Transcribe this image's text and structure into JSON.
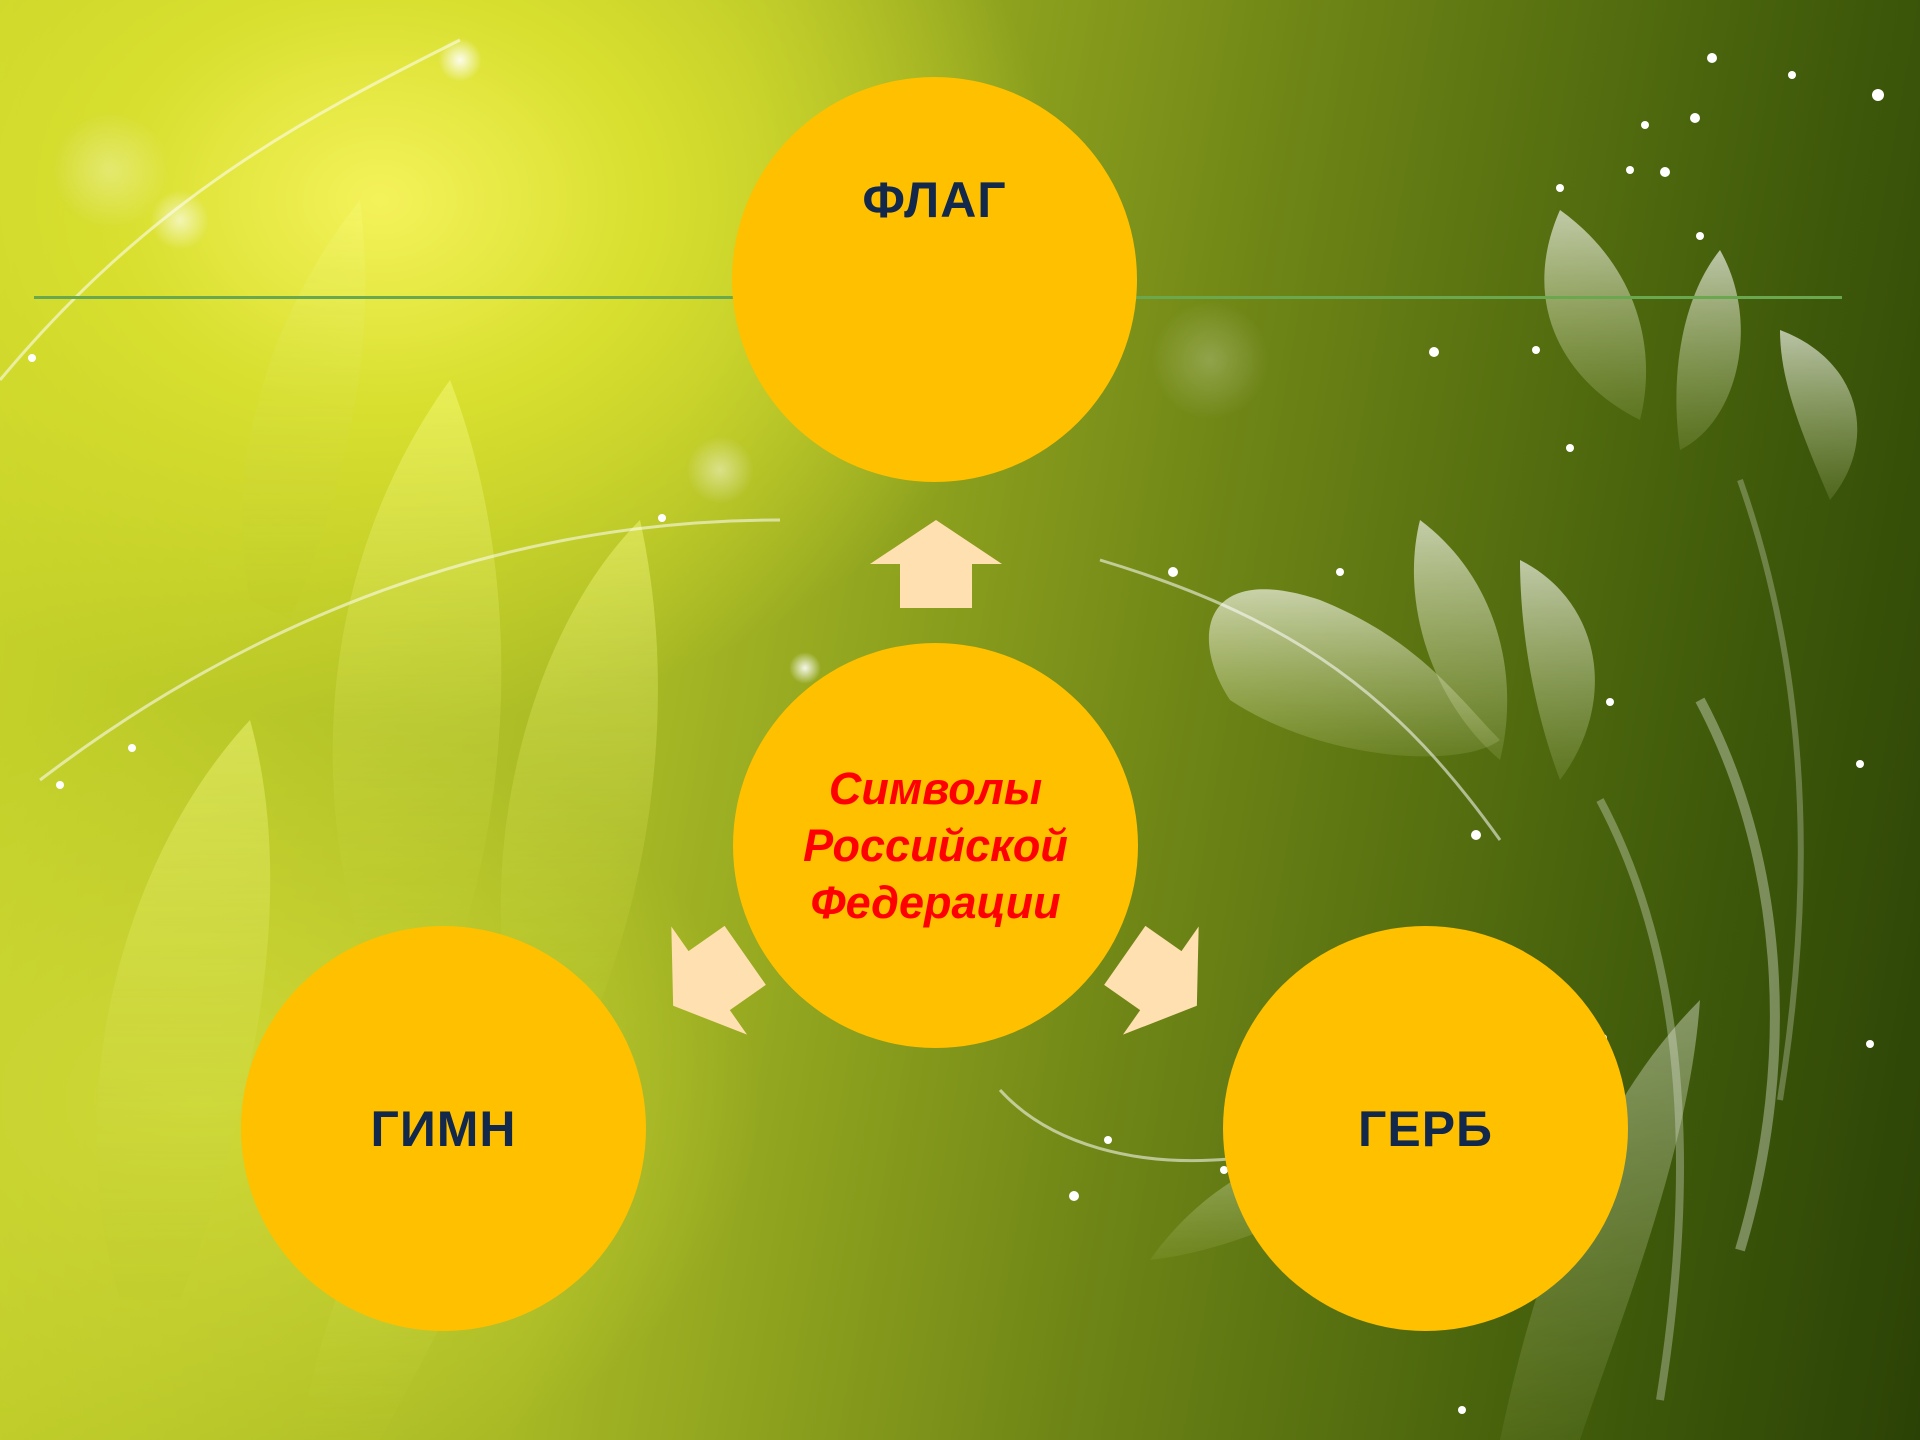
{
  "slide": {
    "center_lines": [
      "Символы",
      "Российской",
      "Федерации"
    ],
    "nodes": {
      "top": "ФЛАГ",
      "left": "ГИМН",
      "right": "ГЕРБ"
    }
  },
  "colors": {
    "circle_fill": "#ffc000",
    "node_text": "#13294b",
    "center_text": "#ff0000",
    "arrow_fill": "#ffe0b0",
    "rule": "#6aa84f"
  },
  "background": {
    "theme": "green-yellow floral with glowing white flowers and sparkles"
  }
}
